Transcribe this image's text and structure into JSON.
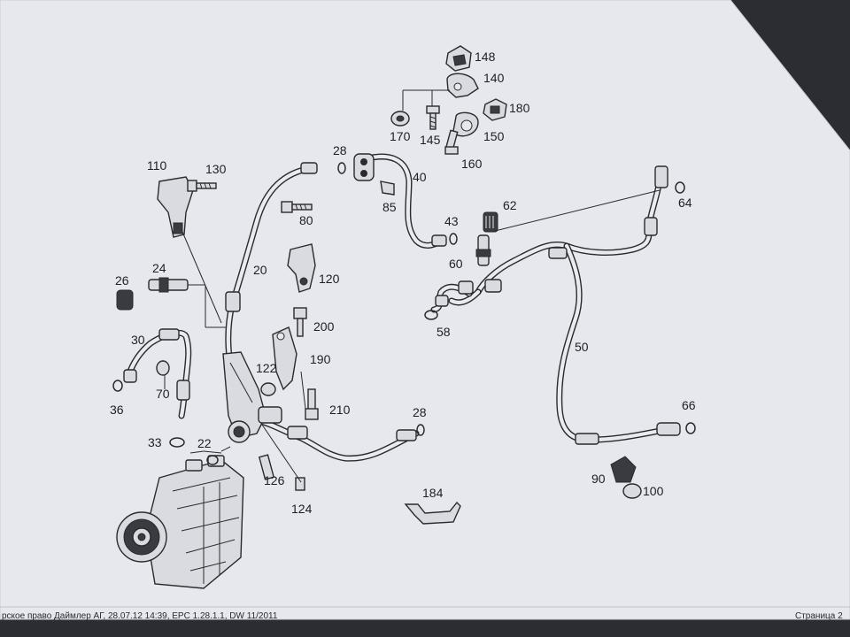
{
  "callouts": {
    "p148": "148",
    "p140": "140",
    "p180": "180",
    "p170": "170",
    "p145": "145",
    "p150": "150",
    "p160": "160",
    "p28a": "28",
    "p40": "40",
    "p85": "85",
    "p110": "110",
    "p130": "130",
    "p80": "80",
    "p62": "62",
    "p64": "64",
    "p43": "43",
    "p60": "60",
    "p20": "20",
    "p120": "120",
    "p26": "26",
    "p24": "24",
    "p58": "58",
    "p200": "200",
    "p30": "30",
    "p190": "190",
    "p50": "50",
    "p122": "122",
    "p70": "70",
    "p36": "36",
    "p210": "210",
    "p66": "66",
    "p28b": "28",
    "p33": "33",
    "p22": "22",
    "p126": "126",
    "p90": "90",
    "p100": "100",
    "p184": "184",
    "p124": "124"
  },
  "footer": {
    "left": "рское право Даймлер АГ, 28.07.12 14:39, EPC 1.28.1.1, DW 11/2011",
    "right": "Страница 2"
  },
  "colors": {
    "paper": "#e6e8ed",
    "ink": "#2a2a2e",
    "background": "#2c2d33"
  }
}
